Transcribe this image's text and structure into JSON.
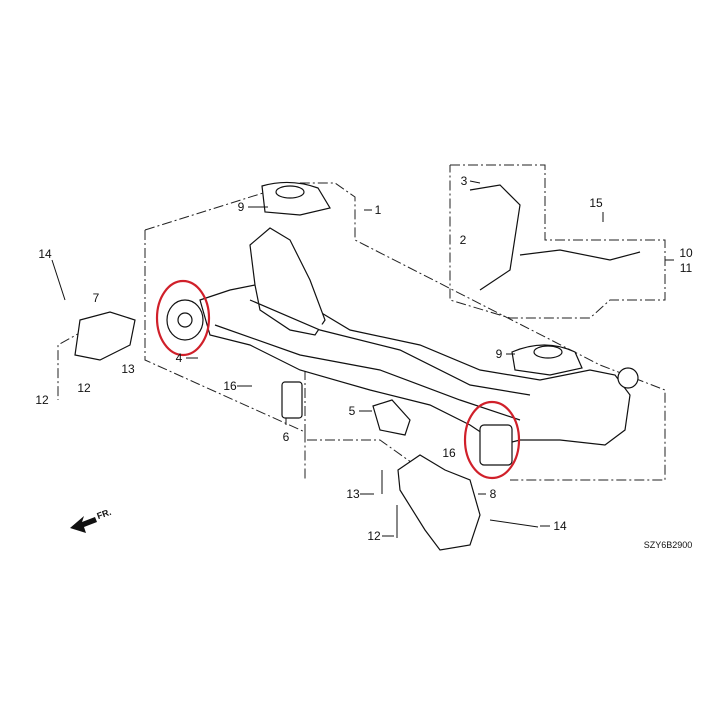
{
  "diagram": {
    "code": "SZY6B2900",
    "front_marker": "FR.",
    "highlight_color": "#d0202a",
    "labels": {
      "mount_top_left": "9",
      "axle_beam": "1",
      "clip_3": "3",
      "clip_2": "2",
      "bolt_15": "15",
      "sensor_10": "10",
      "sensor_11": "11",
      "bolt_14_left": "14",
      "bracket_7": "7",
      "nut_4": "4",
      "bolt_12_a": "12",
      "bolt_12_b": "12",
      "bolt_13_left": "13",
      "bolt_16_left": "16",
      "stopper_6": "6",
      "bracket_5": "5",
      "mount_right": "9",
      "bolt_16_right": "16",
      "bolt_13_bottom": "13",
      "bracket_8": "8",
      "bolt_14_bottom": "14",
      "bolt_12_bottom": "12"
    }
  }
}
